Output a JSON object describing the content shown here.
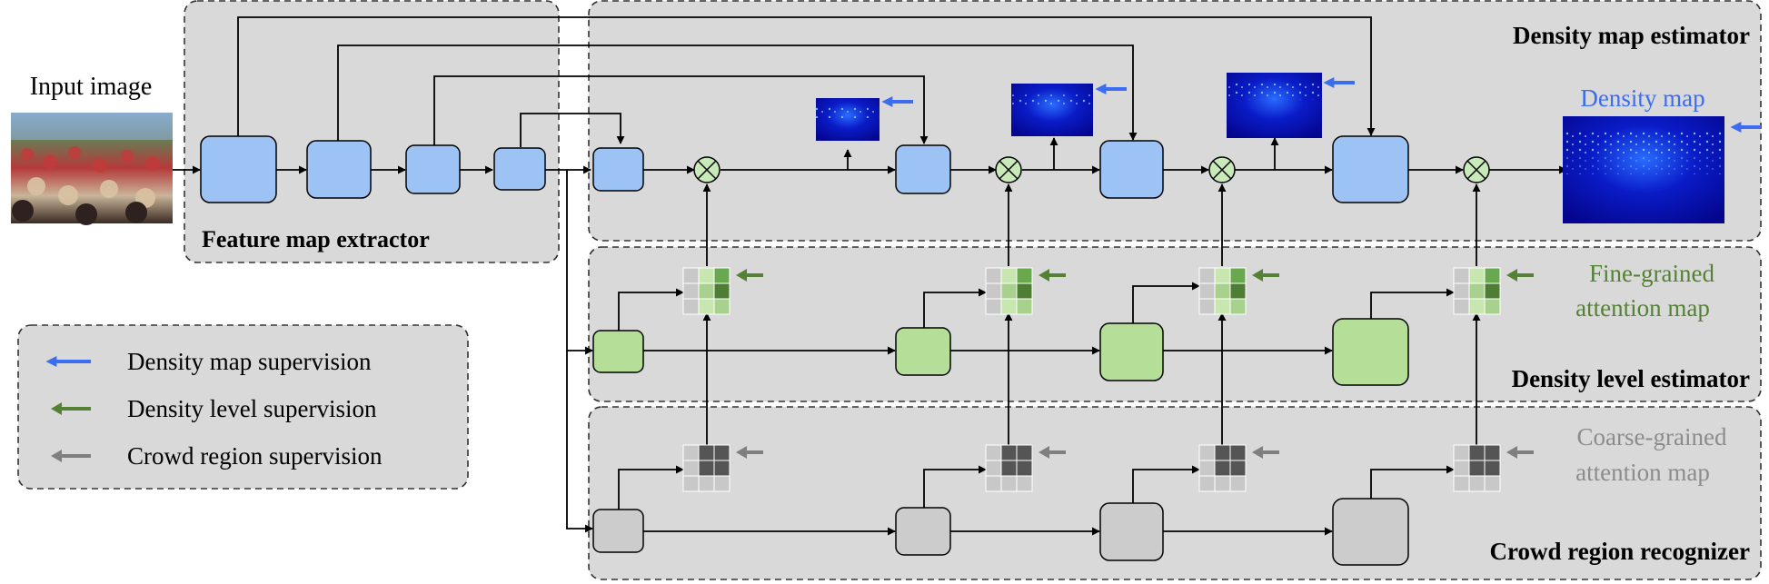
{
  "input_label": "Input image",
  "panels": {
    "feature_extractor": "Feature map extractor",
    "density_estimator": "Density map estimator",
    "level_estimator": "Density level estimator",
    "region_recognizer": "Crowd region recognizer"
  },
  "output_label": "Density map",
  "side_labels": {
    "fine_line1": "Fine-grained",
    "fine_line2": "attention map",
    "coarse_line1": "Coarse-grained",
    "coarse_line2": "attention map"
  },
  "legend": [
    {
      "label": "Density map supervision",
      "color": "#3c6cf0"
    },
    {
      "label": "Density level supervision",
      "color": "#548235"
    },
    {
      "label": "Crowd region supervision",
      "color": "#7f7f7f"
    }
  ],
  "colors": {
    "panel_fill": "#d9d9d9",
    "blue_block": "#9dc3f5",
    "green_block": "#b5df98",
    "gray_block": "#cccccc",
    "density_heat": "#06079a",
    "fine_label": "#548235",
    "coarse_label": "#8c8c8c",
    "output_label": "#3c6cf0"
  }
}
